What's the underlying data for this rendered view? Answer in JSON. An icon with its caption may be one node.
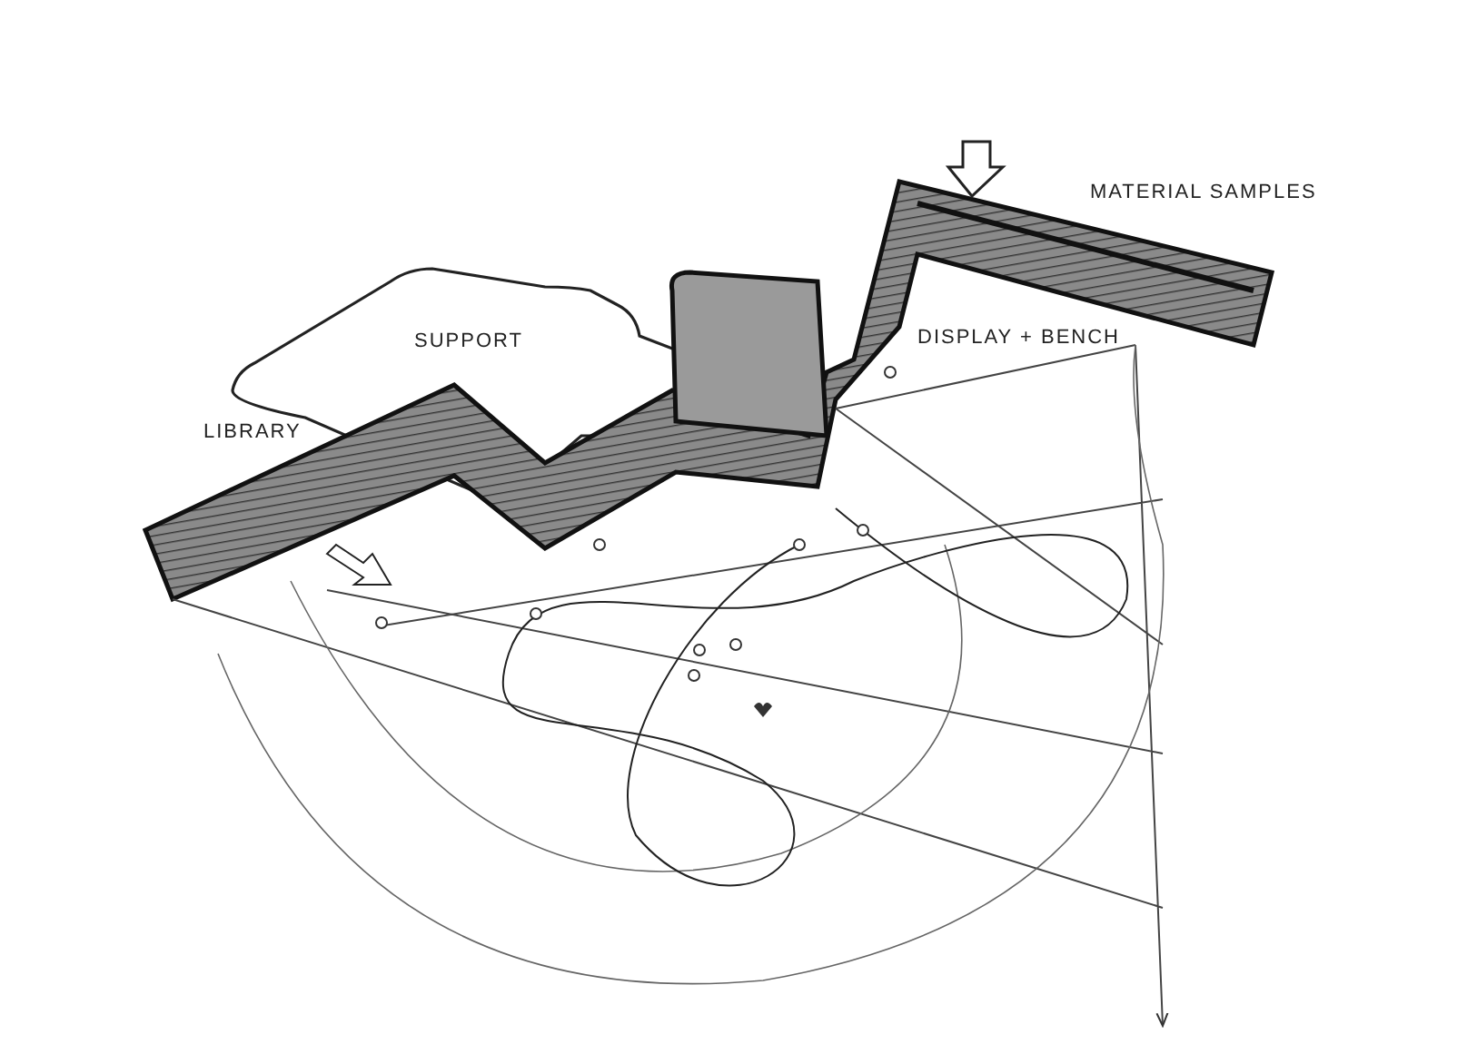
{
  "diagram": {
    "nodes": [
      {
        "text": [
          "SUPPORT"
        ]
      }
    ],
    "labels": [
      "LIBRARY",
      "MATERIAL SAMPLES",
      "DISPLAY + BENCH"
    ]
  }
}
